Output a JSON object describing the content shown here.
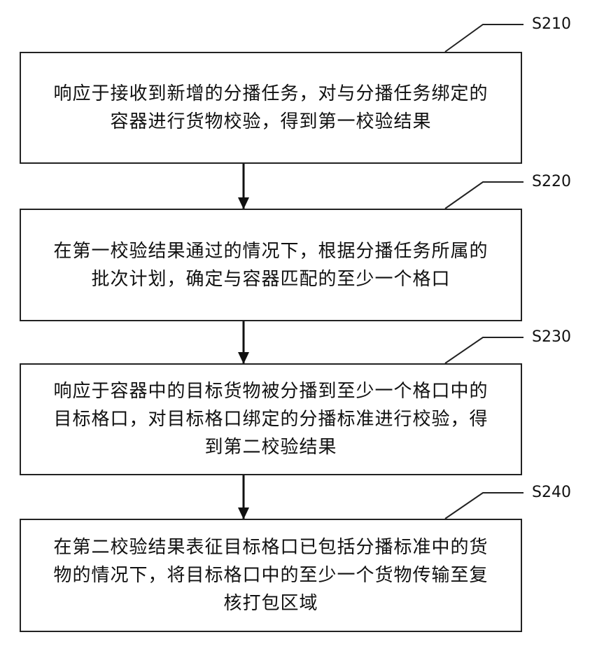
{
  "steps": [
    {
      "id": "S210",
      "text_lines": [
        "响应于接收到新增的分播任务，对与分播任务绑定的",
        "容器进行货物校验，得到第一校验结果"
      ]
    },
    {
      "id": "S220",
      "text_lines": [
        "在第一校验结果通过的情况下，根据分播任务所属的",
        "批次计划，确定与容器匹配的至少一个格口"
      ]
    },
    {
      "id": "S230",
      "text_lines": [
        "响应于容器中的目标货物被分播到至少一个格口中的",
        "目标格口，对目标格口绑定的分播标准进行校验，得",
        "到第二校验结果"
      ]
    },
    {
      "id": "S240",
      "text_lines": [
        "在第二校验结果表征目标格口已包括分播标准中的货",
        "物的情况下，将目标格口中的至少一个货物传输至复",
        "核打包区域"
      ]
    }
  ]
}
